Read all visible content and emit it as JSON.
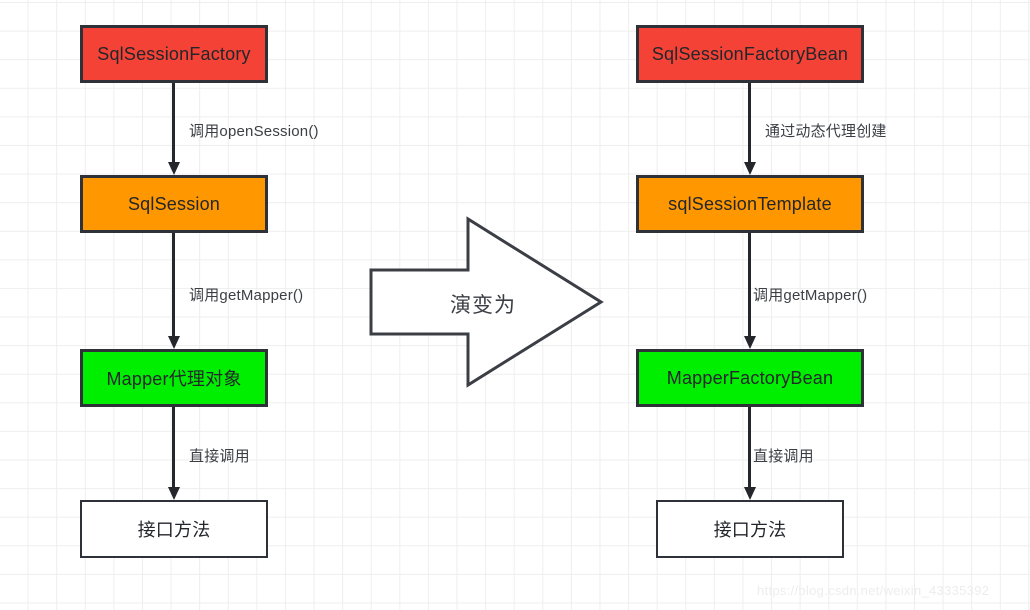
{
  "diagram": {
    "title": "SqlSessionFactory to SqlSessionFactoryBean evolution",
    "colors": {
      "red": "#f44336",
      "orange": "#ff9800",
      "green": "#00ef00",
      "white": "#ffffff",
      "stroke": "#2e3238",
      "grid": "#eeeeee",
      "text": "#23262b"
    },
    "left_column": {
      "nodes": [
        {
          "label": "SqlSessionFactory",
          "fill": "#f44336"
        },
        {
          "label": "SqlSession",
          "fill": "#ff9800"
        },
        {
          "label": "Mapper代理对象",
          "fill": "#00ef00"
        },
        {
          "label": "接口方法",
          "fill": "#ffffff"
        }
      ],
      "edge_labels": [
        "调用openSession()",
        "调用getMapper()",
        "直接调用"
      ]
    },
    "right_column": {
      "nodes": [
        {
          "label": "SqlSessionFactoryBean",
          "fill": "#f44336"
        },
        {
          "label": "sqlSessionTemplate",
          "fill": "#ff9800"
        },
        {
          "label": "MapperFactoryBean",
          "fill": "#00ef00"
        },
        {
          "label": "接口方法",
          "fill": "#ffffff"
        }
      ],
      "edge_labels": [
        "通过动态代理创建",
        "调用getMapper()",
        "直接调用"
      ]
    },
    "center_arrow": {
      "label": "演变为",
      "direction": "right"
    },
    "watermark": "https://blog.csdn.net/weixin_43335392"
  }
}
